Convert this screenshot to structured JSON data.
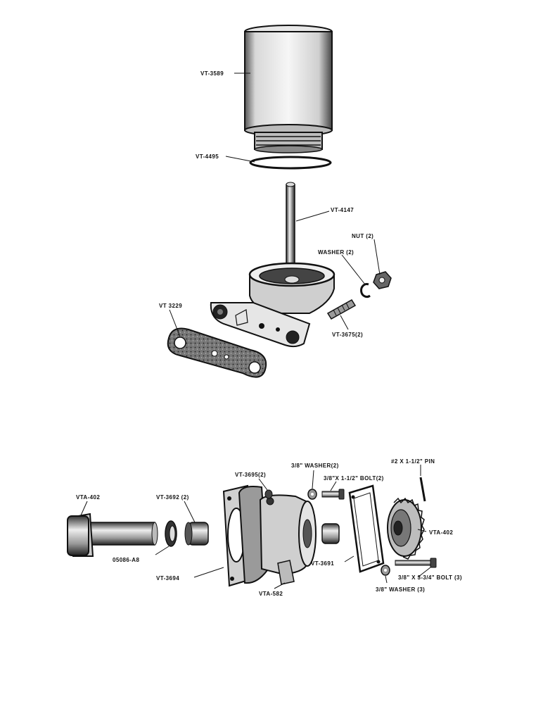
{
  "labels": {
    "filter_element": "VT-3589",
    "seal_ring": "VT-4495",
    "stem": "VT-4147",
    "nut": "NUT (2)",
    "washer_top": "WASHER (2)",
    "base_gasket": "VT 3229",
    "studs": "VT-3675(2)",
    "shaft_left": "VTA-402",
    "bearing_pair": "VT-3692 (2)",
    "plug_small": "VT-3695(2)",
    "washer_38_top": "3/8\" WASHER(2)",
    "bolt_1_5": "3/8\"X 1-1/2\" BOLT(2)",
    "pin": "#2 X 1-1/2\" PIN",
    "gear_right": "VTA-402",
    "seal_left": "05086-A8",
    "gasket_left": "VT-3694",
    "housing": "VTA-582",
    "gasket_right": "VT-3691",
    "bolt_3_75": "3/8\" X 3-3/4\" BOLT (3)",
    "washer_38_bottom": "3/8\" WASHER (3)"
  },
  "colors": {
    "ink": "#111111",
    "shade": "#555555",
    "light": "#d8d8d8",
    "paper": "#ffffff"
  }
}
